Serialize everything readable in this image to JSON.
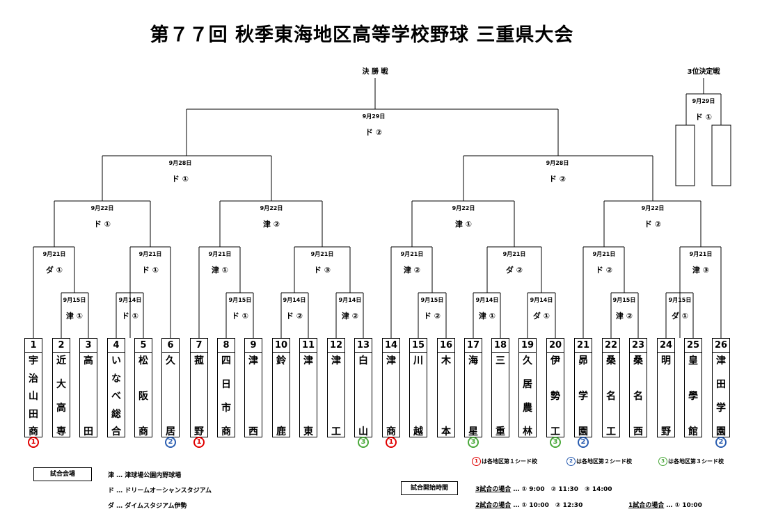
{
  "title": "第７７回 秋季東海地区高等学校野球 三重県大会",
  "final_label": "決 勝 戦",
  "third_label": "3位決定戦",
  "teams": [
    {
      "num": "1",
      "name": "宇治山田商",
      "seed": "①"
    },
    {
      "num": "2",
      "name": "近大高専",
      "seed": ""
    },
    {
      "num": "3",
      "name": "高田",
      "seed": ""
    },
    {
      "num": "4",
      "name": "いなべ総合",
      "seed": ""
    },
    {
      "num": "5",
      "name": "松阪商",
      "seed": ""
    },
    {
      "num": "6",
      "name": "久居",
      "seed": "②"
    },
    {
      "num": "7",
      "name": "菰野",
      "seed": "①"
    },
    {
      "num": "8",
      "name": "四日市商",
      "seed": ""
    },
    {
      "num": "9",
      "name": "津西",
      "seed": ""
    },
    {
      "num": "10",
      "name": "鈴鹿",
      "seed": ""
    },
    {
      "num": "11",
      "name": "津東",
      "seed": ""
    },
    {
      "num": "12",
      "name": "津工",
      "seed": ""
    },
    {
      "num": "13",
      "name": "白山",
      "seed": "③"
    },
    {
      "num": "14",
      "name": "津商",
      "seed": "①"
    },
    {
      "num": "15",
      "name": "川越",
      "seed": ""
    },
    {
      "num": "16",
      "name": "木本",
      "seed": ""
    },
    {
      "num": "17",
      "name": "海星",
      "seed": "③"
    },
    {
      "num": "18",
      "name": "三重",
      "seed": ""
    },
    {
      "num": "19",
      "name": "久居農林",
      "seed": ""
    },
    {
      "num": "20",
      "name": "伊勢工",
      "seed": "③"
    },
    {
      "num": "21",
      "name": "昴学園",
      "seed": "②"
    },
    {
      "num": "22",
      "name": "桑名工",
      "seed": ""
    },
    {
      "num": "23",
      "name": "桑名西",
      "seed": ""
    },
    {
      "num": "24",
      "name": "明野",
      "seed": ""
    },
    {
      "num": "25",
      "name": "皇學館",
      "seed": ""
    },
    {
      "num": "26",
      "name": "津田学園",
      "seed": "②"
    }
  ],
  "games": [
    {
      "date": "9月15日",
      "venue": "津 ①"
    },
    {
      "date": "9月14日",
      "venue": "ド ①"
    },
    {
      "date": "9月15日",
      "venue": "ド ①"
    },
    {
      "date": "9月14日",
      "venue": "ド ②"
    },
    {
      "date": "9月14日",
      "venue": "津 ②"
    },
    {
      "date": "9月15日",
      "venue": "ド ②"
    },
    {
      "date": "9月14日",
      "venue": "津 ①"
    },
    {
      "date": "9月14日",
      "venue": "ダ ①"
    },
    {
      "date": "9月15日",
      "venue": "津 ②"
    },
    {
      "date": "9月15日",
      "venue": "ダ ①"
    },
    {
      "date": "9月21日",
      "venue": "ダ ①"
    },
    {
      "date": "9月21日",
      "venue": "ド ①"
    },
    {
      "date": "9月21日",
      "venue": "津 ①"
    },
    {
      "date": "9月21日",
      "venue": "ド ③"
    },
    {
      "date": "9月21日",
      "venue": "津 ②"
    },
    {
      "date": "9月21日",
      "venue": "ダ ②"
    },
    {
      "date": "9月21日",
      "venue": "ド ②"
    },
    {
      "date": "9月21日",
      "venue": "津 ③"
    },
    {
      "date": "9月22日",
      "venue": "ド ①"
    },
    {
      "date": "9月22日",
      "venue": "津 ②"
    },
    {
      "date": "9月22日",
      "venue": "津 ①"
    },
    {
      "date": "9月22日",
      "venue": "ド ②"
    },
    {
      "date": "9月28日",
      "venue": "ド ①"
    },
    {
      "date": "9月28日",
      "venue": "ド ②"
    },
    {
      "date": "9月29日",
      "venue": "ド ②"
    },
    {
      "date": "9月29日",
      "venue": "ド ①"
    }
  ],
  "seed_legend": [
    {
      "mark": "①",
      "text": "は各地区第１シード校"
    },
    {
      "mark": "②",
      "text": "は各地区第２シード校"
    },
    {
      "mark": "③",
      "text": "は各地区第３シード校"
    }
  ],
  "venue_box": "試合会場",
  "venues": [
    "津 … 津球場公園内野球場",
    "ド … ドリームオーシャンスタジアム",
    "ダ … ダイムスタジアム伊勢"
  ],
  "time_box": "試合開始時間",
  "times": {
    "three_label": "3試合の場合",
    "three_text": " … ① 9:00　② 11:30　③ 14:00",
    "two_label": "2試合の場合",
    "two_text": " … ① 10:00　② 12:30",
    "one_label": "1試合の場合",
    "one_text": " … ① 10:00"
  },
  "colors": {
    "seed1": "#e00000",
    "seed2": "#2a5db0",
    "seed3": "#4aa83a"
  }
}
